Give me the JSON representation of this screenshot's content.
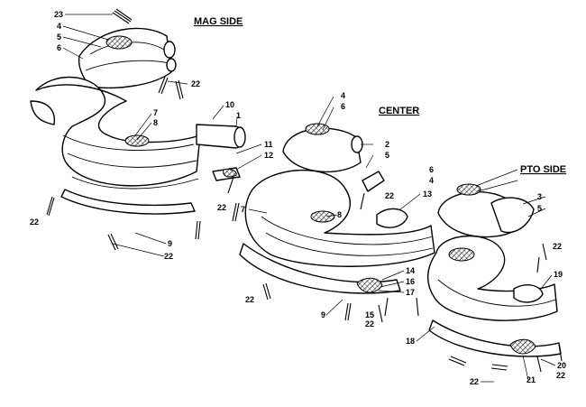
{
  "sections": {
    "mag": "MAG SIDE",
    "center": "CENTER",
    "pto": "PTO SIDE"
  },
  "callouts": {
    "mag_23": "23",
    "mag_4": "4",
    "mag_5": "5",
    "mag_6": "6",
    "mag_22a": "22",
    "mag_10": "10",
    "mag_1": "1",
    "mag_7": "7",
    "mag_8": "8",
    "mag_11": "11",
    "mag_12": "12",
    "mag_22b": "22",
    "mag_22c": "22",
    "mag_9": "9",
    "mag_22d": "22",
    "ctr_4": "4",
    "ctr_6": "6",
    "ctr_2": "2",
    "ctr_5": "5",
    "ctr_22a": "22",
    "ctr_13": "13",
    "ctr_7": "7",
    "ctr_8": "8",
    "ctr_14": "14",
    "ctr_16": "16",
    "ctr_17": "17",
    "ctr_15": "15",
    "ctr_22b": "22",
    "ctr_22c": "22",
    "ctr_9": "9",
    "pto_6": "6",
    "pto_4": "4",
    "pto_3": "3",
    "pto_5": "5",
    "pto_22a": "22",
    "pto_19": "19",
    "pto_18": "18",
    "pto_20": "20",
    "pto_22b": "22",
    "pto_21": "21",
    "pto_22c": "22"
  }
}
